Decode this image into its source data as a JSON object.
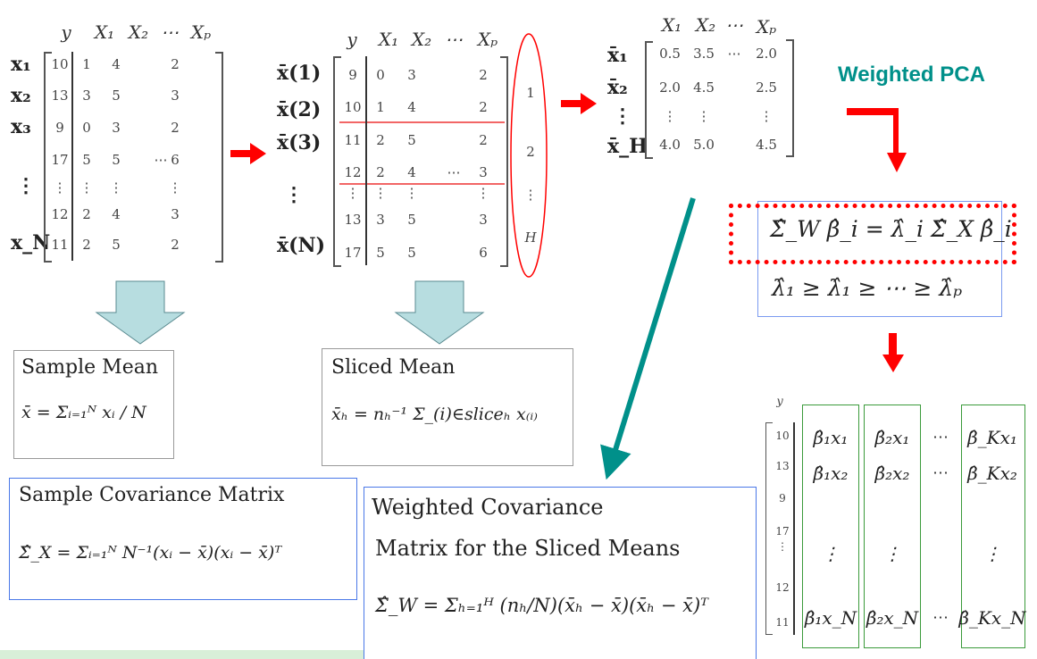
{
  "matrix1": {
    "headers": [
      "y",
      "X₁",
      "X₂",
      "⋯",
      "Xₚ"
    ],
    "row_labels": [
      "x₁",
      "x₂",
      "x₃",
      "⋮",
      "x_N"
    ],
    "rows": [
      [
        "10",
        "1",
        "4",
        "",
        "2"
      ],
      [
        "13",
        "3",
        "5",
        "",
        "3"
      ],
      [
        "9",
        "0",
        "3",
        "",
        "2"
      ],
      [
        "17",
        "5",
        "5",
        "⋯",
        "6"
      ],
      [
        "⋮",
        "⋮",
        "⋮",
        "",
        "⋮"
      ],
      [
        "12",
        "2",
        "4",
        "",
        "3"
      ],
      [
        "11",
        "2",
        "5",
        "",
        "2"
      ]
    ]
  },
  "matrix2": {
    "headers": [
      "y",
      "X₁",
      "X₂",
      "⋯",
      "Xₚ"
    ],
    "row_labels": [
      "x̄(1)",
      "x̄(2)",
      "x̄(3)",
      "⋮",
      "x̄(N)"
    ],
    "rows": [
      [
        "9",
        "0",
        "3",
        "",
        "2"
      ],
      [
        "10",
        "1",
        "4",
        "",
        "2"
      ],
      [
        "11",
        "2",
        "5",
        "",
        "2"
      ],
      [
        "12",
        "2",
        "4",
        "⋯",
        "3"
      ],
      [
        "⋮",
        "⋮",
        "⋮",
        "",
        "⋮"
      ],
      [
        "13",
        "3",
        "5",
        "",
        "3"
      ],
      [
        "17",
        "5",
        "5",
        "",
        "6"
      ]
    ],
    "slices": [
      "1",
      "2",
      "⋮",
      "H"
    ]
  },
  "matrix3": {
    "headers": [
      "X₁",
      "X₂",
      "⋯",
      "Xₚ"
    ],
    "row_labels": [
      "x̄₁",
      "x̄₂",
      "⋮",
      "x̄_H"
    ],
    "rows": [
      [
        "0.5",
        "3.5",
        "⋯",
        "2.0"
      ],
      [
        "2.0",
        "4.5",
        "",
        "2.5"
      ],
      [
        "⋮",
        "⋮",
        "",
        "⋮"
      ],
      [
        "4.0",
        "5.0",
        "",
        "4.5"
      ]
    ]
  },
  "weighted_pca_label": "Weighted PCA",
  "eigen": {
    "equation": "Σ̂_W β̂_i = λ̂_i Σ̂_X β̂_i",
    "ordering": "λ̂₁ ≥ λ̂₁ ≥ ⋯ ≥ λ̂ₚ"
  },
  "sample_mean": {
    "title": "Sample Mean",
    "formula": "x̄ = Σᵢ₌₁ᴺ xᵢ / N"
  },
  "sliced_mean": {
    "title": "Sliced Mean",
    "formula": "x̄ₕ = nₕ⁻¹ Σ_(i)∈sliceₕ x₍ᵢ₎"
  },
  "sample_cov": {
    "title": "Sample Covariance Matrix",
    "formula": "Σ̂_X = Σᵢ₌₁ᴺ N⁻¹(xᵢ − x̄)(xᵢ − x̄)ᵀ"
  },
  "weighted_cov": {
    "title1": "Weighted Covariance",
    "title2": "Matrix  for the Sliced Means",
    "formula": "Σ̂_W = Σₕ₌₁ᴴ (nₕ/N)(x̄ₕ − x̄)(x̄ₕ − x̄)ᵀ"
  },
  "projection": {
    "y_header": "y",
    "y_values": [
      "10",
      "13",
      "9",
      "17",
      "⋮",
      "12",
      "11"
    ],
    "columns": [
      [
        "β̂₁x₁",
        "β̂₁x₂",
        "⋮",
        "β̂₁x_N"
      ],
      [
        "β̂₂x₁",
        "β̂₂x₂",
        "⋮",
        "β̂₂x_N"
      ],
      [
        "β̂_Kx₁",
        "β̂_Kx₂",
        "⋮",
        "β̂_Kx_N"
      ]
    ],
    "ellipsis": "⋯"
  },
  "colors": {
    "red": "#ff0000",
    "teal": "#00908a",
    "blue": "#4a78e8",
    "green": "#3a9a3a",
    "lightblue": "#b7dde0"
  }
}
